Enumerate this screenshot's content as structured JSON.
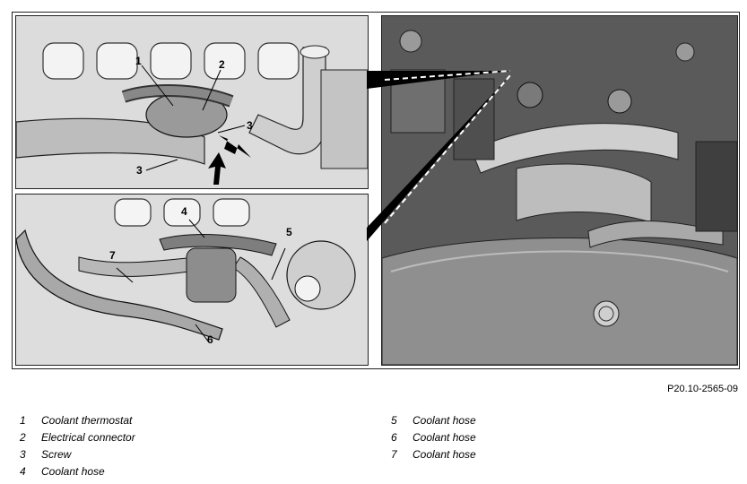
{
  "figure": {
    "reference_code": "P20.10-2565-09",
    "callouts": {
      "top_left": [
        "1",
        "2",
        "3",
        "3"
      ],
      "bottom_left": [
        "4",
        "5",
        "6",
        "7"
      ]
    }
  },
  "legend": {
    "left_column": [
      {
        "num": "1",
        "label": "Coolant thermostat"
      },
      {
        "num": "2",
        "label": "Electrical connector"
      },
      {
        "num": "3",
        "label": "Screw"
      },
      {
        "num": "4",
        "label": "Coolant hose"
      }
    ],
    "right_column": [
      {
        "num": "5",
        "label": "Coolant hose"
      },
      {
        "num": "6",
        "label": "Coolant hose"
      },
      {
        "num": "7",
        "label": "Coolant hose"
      }
    ]
  }
}
